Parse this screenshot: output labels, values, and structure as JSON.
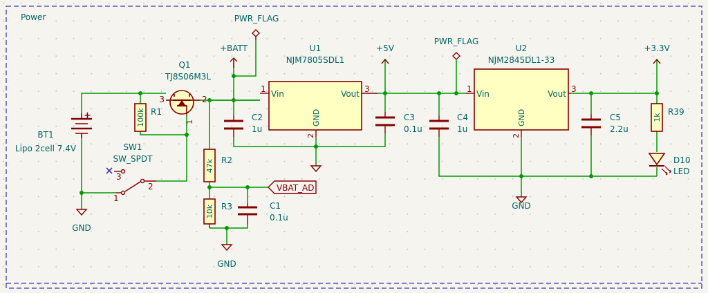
{
  "sheet": {
    "title": "Power"
  },
  "colors": {
    "wire": "#009900",
    "body": "#840000",
    "fill": "#ffffc2",
    "text": "#006464",
    "power": "#840000",
    "frame": "#3a3ab8"
  },
  "components": {
    "bt1": {
      "ref": "BT1",
      "value": "Lipo 2cell 7.4V",
      "plus": "+"
    },
    "r1": {
      "ref": "R1",
      "value": "100k"
    },
    "q1": {
      "ref": "Q1",
      "value": "TJ8S06M3L",
      "pin1": "1",
      "pin2": "2",
      "pin3": "3"
    },
    "sw1": {
      "ref": "SW1",
      "value": "SW_SPDT",
      "pin1": "1",
      "pin2": "2",
      "pin3": "3"
    },
    "r2": {
      "ref": "R2",
      "value": "47k"
    },
    "r3": {
      "ref": "R3",
      "value": "10k"
    },
    "c1": {
      "ref": "C1",
      "value": "0.1u"
    },
    "c2": {
      "ref": "C2",
      "value": "1u"
    },
    "u1": {
      "ref": "U1",
      "value": "NJM7805SDL1",
      "vin": "Vin",
      "vout": "Vout",
      "gnd": "GND",
      "pin1": "1",
      "pin2": "2",
      "pin3": "3"
    },
    "c3": {
      "ref": "C3",
      "value": "0.1u"
    },
    "c4": {
      "ref": "C4",
      "value": "1u"
    },
    "u2": {
      "ref": "U2",
      "value": "NJM2845DL1-33",
      "vin": "Vin",
      "vout": "Vout",
      "gnd": "GND",
      "pin1": "1",
      "pin2": "2",
      "pin3": "3"
    },
    "c5": {
      "ref": "C5",
      "value": "2.2u"
    },
    "r39": {
      "ref": "R39",
      "value": "1k"
    },
    "d10": {
      "ref": "D10",
      "value": "LED"
    }
  },
  "power": {
    "pwr_flag_1": "PWR_FLAG",
    "pwr_flag_2": "PWR_FLAG",
    "batt": "+BATT",
    "v5": "+5V",
    "v33": "+3.3V",
    "gnd_bt1": "GND",
    "gnd_r3": "GND",
    "gnd_u2": "GND"
  },
  "labels": {
    "vbat_ad": "VBAT_AD"
  }
}
